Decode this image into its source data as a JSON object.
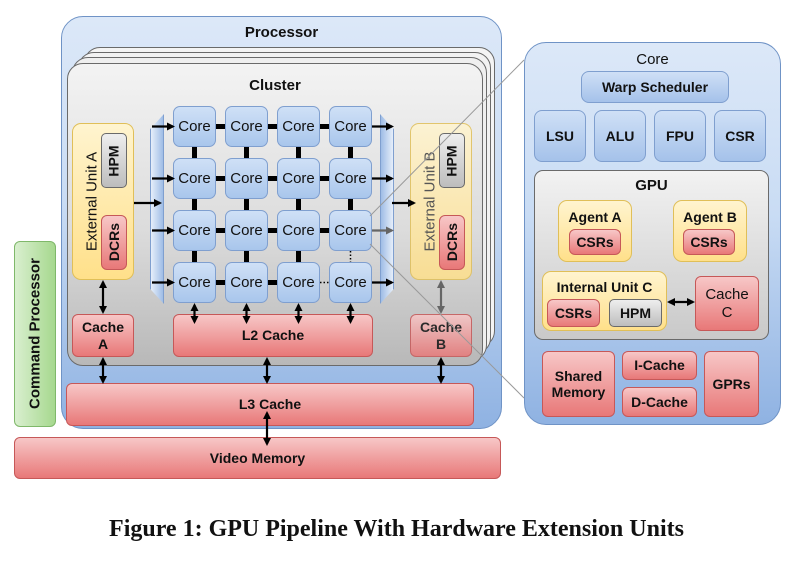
{
  "processor": {
    "title": "Processor"
  },
  "cluster": {
    "title": "Cluster",
    "core_label": "Core",
    "grid_rows": 4,
    "grid_cols": 4,
    "ellipsis": "⋯",
    "vellipsis": "⋮"
  },
  "external_unit_a": {
    "title": "External Unit A",
    "hpm": "HPM",
    "dcrs": "DCRs"
  },
  "external_unit_b": {
    "title": "External Unit B",
    "hpm": "HPM",
    "dcrs": "DCRs"
  },
  "cache_a": {
    "line1": "Cache",
    "line2": "A"
  },
  "cache_b": {
    "line1": "Cache",
    "line2": "B"
  },
  "l2_cache": "L2 Cache",
  "l3_cache": "L3 Cache",
  "video_memory": "Video Memory",
  "command_processor": "Command Processor",
  "core_detail": {
    "title": "Core",
    "warp_scheduler": "Warp Scheduler",
    "units": [
      "LSU",
      "ALU",
      "FPU",
      "CSR"
    ],
    "gpu": {
      "title": "GPU",
      "agent_a": {
        "title": "Agent A",
        "csrs": "CSRs"
      },
      "agent_b": {
        "title": "Agent B",
        "csrs": "CSRs"
      },
      "internal_unit_c": {
        "title": "Internal Unit C",
        "csrs": "CSRs",
        "hpm": "HPM"
      },
      "cache_c": {
        "line1": "Cache",
        "line2": "C"
      }
    },
    "shared_memory": {
      "line1": "Shared",
      "line2": "Memory"
    },
    "i_cache": "I-Cache",
    "d_cache": "D-Cache",
    "gprs": "GPRs"
  },
  "caption": "Figure 1: GPU Pipeline With Hardware Extension Units"
}
